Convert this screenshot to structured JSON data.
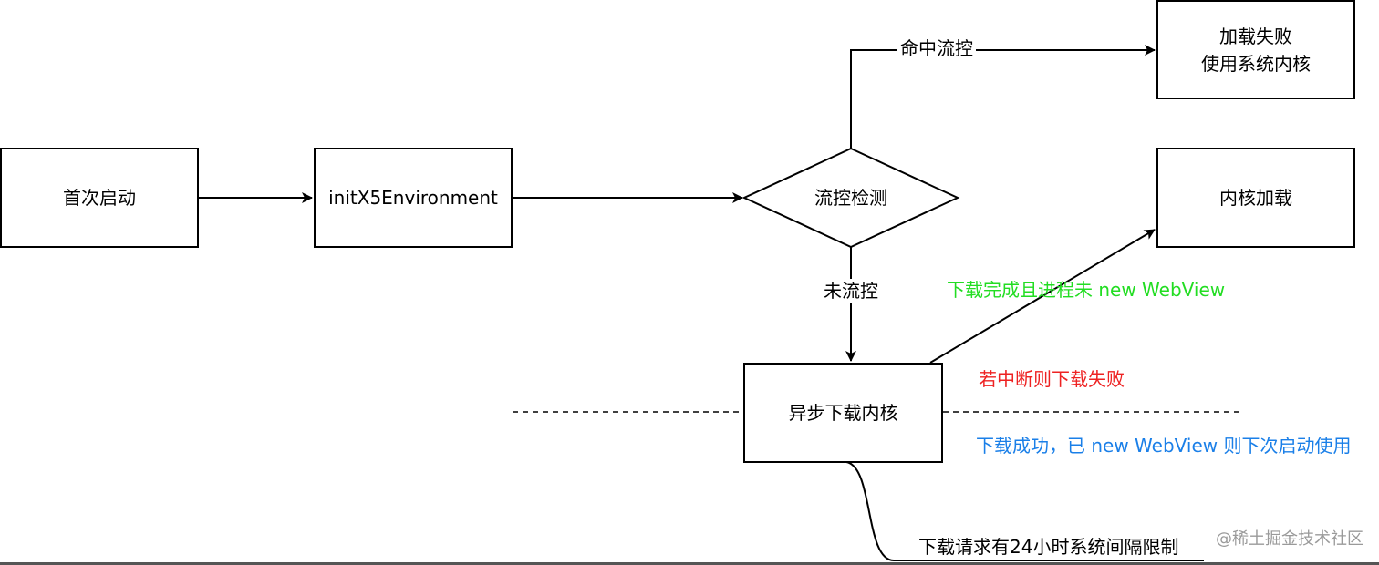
{
  "nodes": {
    "first_launch": "首次启动",
    "init_env": "initX5Environment",
    "flow_check": "流控检测",
    "load_fail_line1": "加载失败",
    "load_fail_line2": "使用系统内核",
    "kernel_load": "内核加载",
    "async_download": "异步下载内核"
  },
  "edge_labels": {
    "hit_flow_control": "命中流控",
    "no_flow_control": "未流控",
    "download_done": "下载完成且进程未 new WebView",
    "interrupted": "若中断则下载失败",
    "download_success": "下载成功，已 new WebView 则下次启动使用",
    "limit_note": "下载请求有24小时系统间隔限制"
  },
  "colors": {
    "green": "#22dd22",
    "red": "#ee2222",
    "blue": "#1a7fe8"
  },
  "watermark": "@稀土掘金技术社区"
}
